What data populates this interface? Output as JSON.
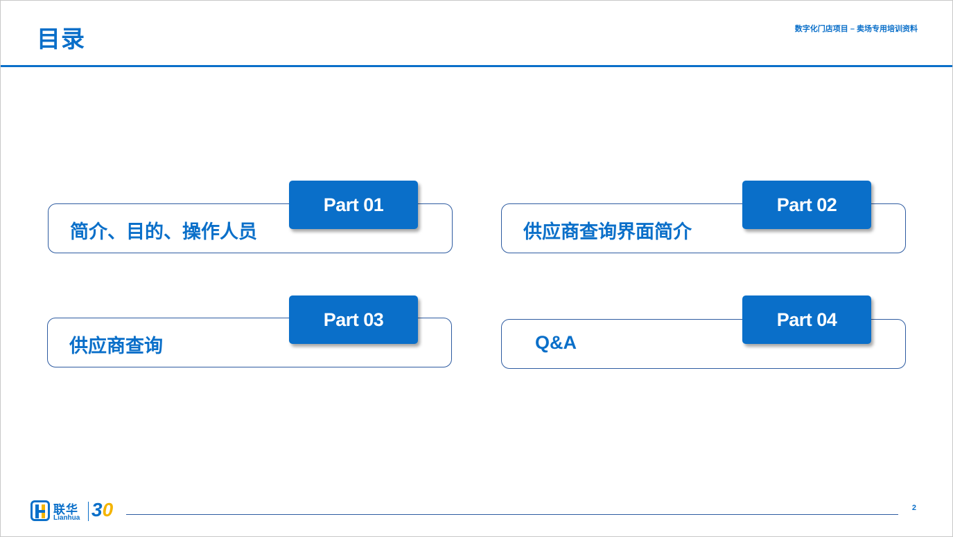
{
  "header": {
    "title": "目录",
    "subtitle": "数字化门店项目 – 卖场专用培训资料"
  },
  "toc": [
    {
      "part": "Part 01",
      "label": "简介、目的、操作人员"
    },
    {
      "part": "Part 02",
      "label": "供应商查询界面简介"
    },
    {
      "part": "Part 03",
      "label": "供应商查询"
    },
    {
      "part": "Part 04",
      "label": "Q&A"
    }
  ],
  "footer": {
    "logo_name": "联华",
    "logo_en": "Lianhua",
    "logo_anniv_digit": "3",
    "logo_anniv_zero": "0",
    "page_number": "2"
  },
  "colors": {
    "accent": "#0a6fc9",
    "border": "#2c5aa0",
    "logo_yellow": "#f4b400"
  }
}
